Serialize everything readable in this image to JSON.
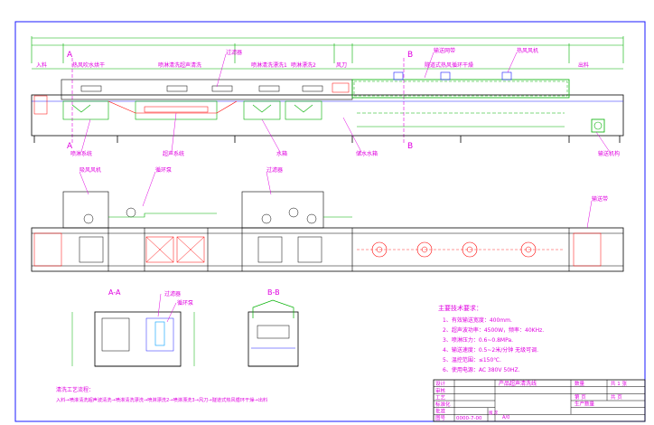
{
  "colors": {
    "line": "#1a1aff",
    "structure": "#000000",
    "pipe": "#00b000",
    "label": "#e000e0",
    "heater": "#ff0000",
    "dim": "#00b000",
    "accent": "#00a0ff",
    "title_text": "#e000e0"
  },
  "side_view": {
    "section_marker_a": "A",
    "section_marker_b": "B",
    "zones": [
      "入料",
      "热风吹水烘干",
      "喷淋清洗超声清洗",
      "喷淋清洗漂洗1",
      "喷淋漂洗2",
      "风刀",
      "隧道式热风循环干燥",
      "出料"
    ],
    "callouts": [
      "过滤器",
      "输送网带",
      "热风风机",
      "喷淋系统",
      "超声系统",
      "水箱",
      "储水水箱",
      "输送机构"
    ]
  },
  "top_view": {
    "callouts": [
      "吸风风机",
      "循环泵",
      "过滤器",
      "输送带"
    ]
  },
  "section_aa": {
    "title": "A-A",
    "callouts": [
      "过滤器",
      "循环泵"
    ]
  },
  "section_bb": {
    "title": "B-B"
  },
  "tech_specs": {
    "heading": "主要技术要求：",
    "items": [
      "1、有效输送宽度：400mm.",
      "2、超声波功率：4500W，频率：40KHz.",
      "3、喷淋压力：0.6~0.8MPa.",
      "4、输送速度：0.5~2米/分钟 无级可调.",
      "5、温控范围：≤150℃.",
      "6、使用电源：AC 380V 50HZ."
    ]
  },
  "process": {
    "heading": "清洗工艺流程：",
    "flow": "入料→喷淋清洗超声波清洗→喷淋清洗漂洗→喷淋漂洗2→喷淋漂洗3→风刀→隧道式热风循环干燥→出料"
  },
  "title_block": {
    "rows_left": [
      "设计",
      "审核",
      "工艺",
      "标准化",
      "批准",
      "图号"
    ],
    "drawing_name": "产品超声清洗线",
    "doc_number": "0000-7-00",
    "revision": "版 次",
    "revision_value": "A/0",
    "right_labels": [
      "数量",
      "共 1 张",
      "第 页",
      "共 页",
      "生产数量"
    ],
    "company": ""
  }
}
